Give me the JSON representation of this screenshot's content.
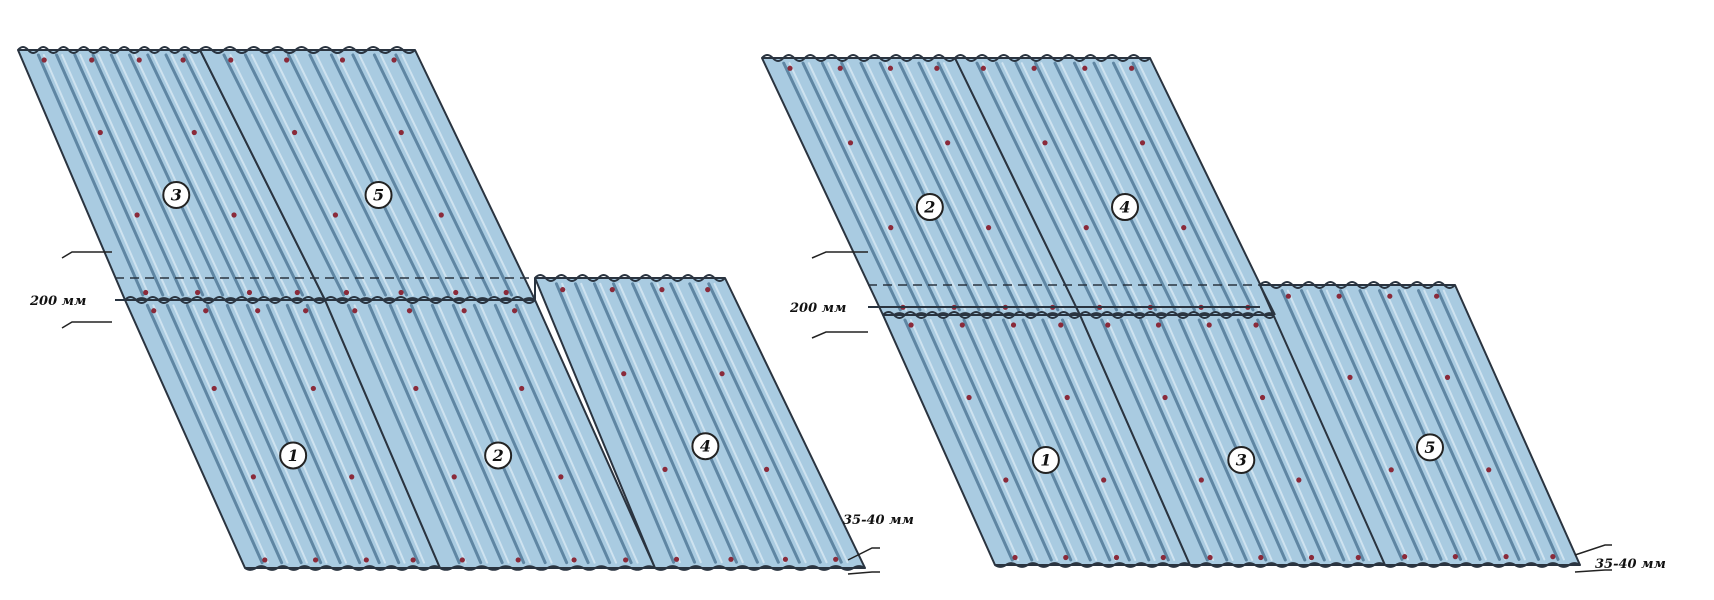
{
  "diagrams": [
    {
      "sheets": [
        {
          "label": "3"
        },
        {
          "label": "5"
        },
        {
          "label": "1"
        },
        {
          "label": "2"
        },
        {
          "label": "4"
        }
      ],
      "dimensions": {
        "overlap_label": "200 мм",
        "side_label": "35-40 мм"
      }
    },
    {
      "sheets": [
        {
          "label": "2"
        },
        {
          "label": "4"
        },
        {
          "label": "1"
        },
        {
          "label": "3"
        },
        {
          "label": "5"
        }
      ],
      "dimensions": {
        "overlap_label": "200 мм",
        "side_label": "35-40 мм"
      }
    }
  ],
  "colors": {
    "sheet": "#a9cbe1",
    "flute_dark": "#5f86a3",
    "flute_light": "#cfe3f0",
    "outline": "#2a3440",
    "fastener": "#8a2a3a"
  }
}
